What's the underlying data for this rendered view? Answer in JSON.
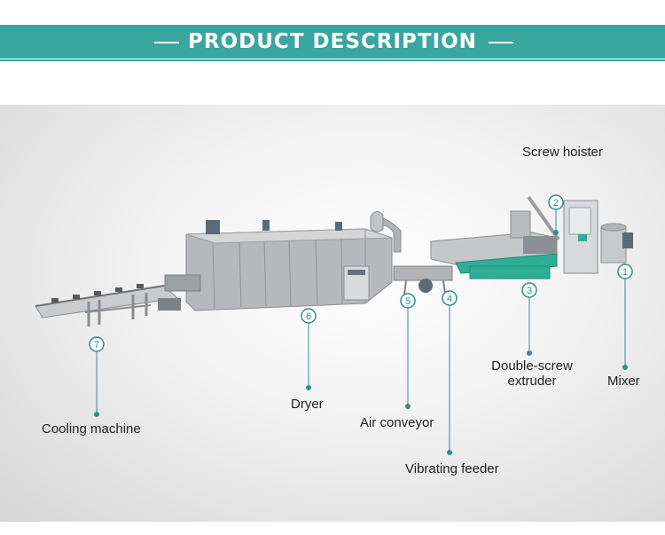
{
  "header": {
    "title": "PRODUCT DESCRIPTION"
  },
  "colors": {
    "accent": "#3aa6a0",
    "machine_steel": "#a9acaf",
    "extruder_green": "#2fae96"
  },
  "labels": {
    "screw_hoister": "Screw hoister",
    "double_screw_line1": "Double-screw",
    "double_screw_line2": "extruder",
    "mixer": "Mixer",
    "air_conveyor": "Air conveyor",
    "vibrating_feeder": "Vibrating feeder",
    "dryer": "Dryer",
    "cooling_machine": "Cooling machine"
  },
  "markers": [
    "1",
    "2",
    "3",
    "4",
    "5",
    "6",
    "7"
  ]
}
